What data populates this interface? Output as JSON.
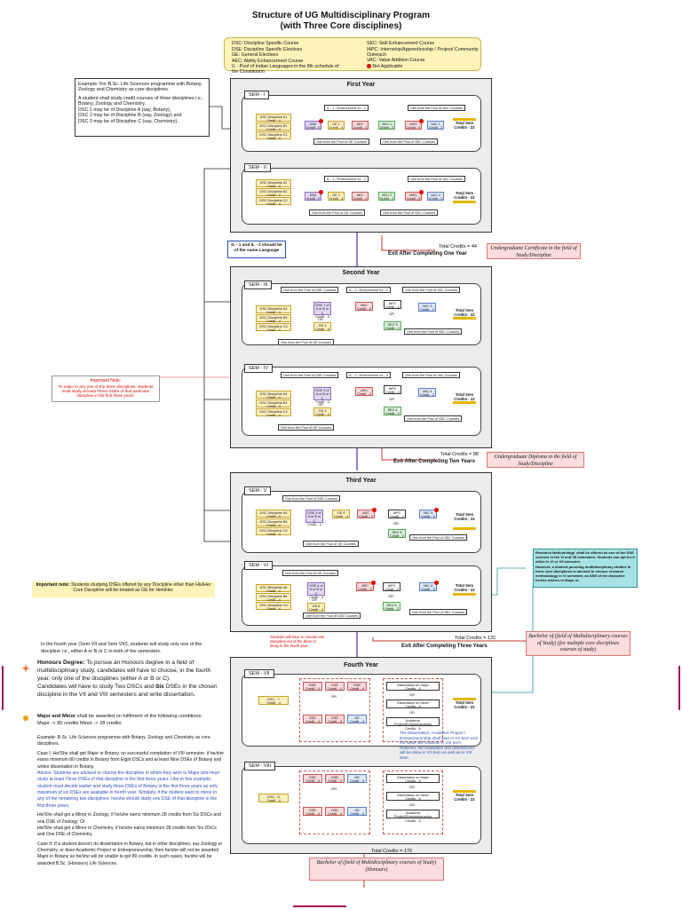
{
  "title": {
    "line1": "Structure of UG Multidisciplinary Program",
    "line2": "(with Three Core disciplines)"
  },
  "legend": {
    "left": [
      "DSC: Discipline Specific Course",
      "DSE: Discipline Specific Electives",
      "GE: General Electives",
      "AEC: Ability Enhancement Course",
      "IL : Pool of Indian Languages in the 8th schedule of the Constitution"
    ],
    "right": [
      "SEC: Skill Enhancement Course",
      "IAPC: Internship/Apprenticeship / Project/ Community Outreach",
      "VAC: Value Addition Course",
      "Not Applicable"
    ]
  },
  "example_box": {
    "intro": "Example: For B.Sc. Life Sciences programme with Botany, Zoology and Chemistry as core disciplines.",
    "body": "A student shall study credit courses of three disciplines i.e., Botany, Zoology and Chemistry.",
    "l1": "DSC 1 may be of Discipline A (say, Botany),",
    "l2": "DSC 2 may be of Discipline B (say, Zoology) and",
    "l3": "DSC 3 may be of Discipline C (say, Chemistry)."
  },
  "years": {
    "y1": "First Year",
    "y2": "Second Year",
    "y3": "Third Year",
    "y4": "Fourth Year"
  },
  "sems": {
    "s1": "SEM - I",
    "s2": "SEM - II",
    "s3": "SEM - III",
    "s4": "SEM - IV",
    "s5": "SEM - V",
    "s6": "SEM - VI",
    "s7": "SEM - VII",
    "s8": "SEM - VIII"
  },
  "sem1": {
    "dsc": [
      "DSC Discipline A1\nCredit - 4",
      "DSC Discipline B1\nCredit - 4",
      "DSC Discipline C1\nCredit - 4"
    ],
    "dse": "DSE\nCredit - 0",
    "ge": "GE 1\nCredit - 4",
    "aec": "AEC\nCredit - 2",
    "sec": "SEC 1\nCredit - 2",
    "iapc": "IAPC\nCredit - 0",
    "vac": "VAC 1\nCredit - 2",
    "il_note": "IL - 1 / Environment Sc - 1",
    "vac_note": "One from the Pool of VAC Courses",
    "ge_note": "One from the Pool of GE Courses",
    "sec_note": "One from the Pool of SEC Courses",
    "total": "Total Sem\nCredits - 22"
  },
  "sem2": {
    "dsc": [
      "DSC Discipline A2\nCredit - 4",
      "DSC Discipline B2\nCredit - 4",
      "DSC Discipline C2\nCredit - 4"
    ],
    "dse": "DSE\nCredit - 0",
    "ge": "GE 2\nCredit - 4",
    "aec": "AEC\nCredit - 2",
    "sec": "SEC 2\nCredit - 2",
    "iapc": "IAPC\nCredit - 0",
    "vac": "VAC 2\nCredit - 2",
    "il_note": "IL - 1 / Environment Sc - 1",
    "vac_note": "One from the Pool of VAC Courses",
    "ge_note": "One from the Pool of GE Courses",
    "sec_note": "One from the Pool of SEC Courses",
    "total": "Total Sem\nCredits - 22"
  },
  "il_note": "IL - 1 and IL - 2 should be of the same Language",
  "exit1": {
    "credits": "Total Credits = 44",
    "exit": "Exit After Completing One Year",
    "award": "Undergraduate Certificate in the field of Study/Discipline"
  },
  "sem3": {
    "dse_note": "One from the Pool of DSE Courses",
    "il_note": "IL - 2 / Environment Sc - 2",
    "vac_note": "One from the Pool of VAC Courses",
    "dsc": [
      "DSC Discipline A3\nCredit - 4",
      "DSC Discipline B3\nCredit - 4",
      "DSC Discipline C3\nCredit - 4"
    ],
    "dse": "DSE 1 of\nA or B or C\nCredit - 4",
    "or": "OR",
    "ge": "GE 3\nCredit - 4",
    "aec": "AEC\nCredit - 2",
    "iapc": "IAPC\nCredit - 2",
    "sec": "SEC 3\nCredit - 2",
    "vac": "VAC 3\nCredit - 2",
    "ge_note": "One from the Pool of GE Courses",
    "sec_note": "One from the Pool of SEC Courses",
    "total": "Total Sem\nCredits - 22"
  },
  "sem4": {
    "dse_note": "One from the Pool of DSE Courses",
    "il_note": "IL - 2 / Environment Sc - 2",
    "vac_note": "One from the Pool of VAC Courses",
    "dsc": [
      "DSC Discipline A4\nCredit - 4",
      "DSC Discipline B4\nCredit - 4",
      "DSC Discipline C4\nCredit - 4"
    ],
    "dse": "DSE 2 of\nA or B or C\nCredit - 4",
    "or": "OR",
    "ge": "GE 4\nCredit - 4",
    "aec": "AEC\nCredit - 2",
    "iapc": "IAPC\nCredit - 2",
    "sec": "SEC 4\nCredit - 2",
    "vac": "VAC 4\nCredit - 2",
    "ge_note": "One from the Pool of GE Courses",
    "sec_note": "One from the Pool of SEC Courses",
    "total": "Total Sem\nCredits - 22"
  },
  "important": {
    "title": "Important Note:",
    "body": "To major in any one of the three disciplines, students must study at least Three DSEs of that particular discipline in the first three years."
  },
  "exit2": {
    "credits": "Total Credits = 88",
    "exit": "Exit After Completing Two Years",
    "award": "Undergraduate Diploma in the field of Study/Discipline"
  },
  "sem5": {
    "dse_note": "One from the Pool of DSE Courses",
    "dsc": [
      "DSC Discipline A5\nCredit - 4",
      "DSC Discipline B5\nCredit - 4",
      "DSC Discipline C5\nCredit - 4"
    ],
    "dse": "DSE 3 of\nA or B or C\nCredit - 4",
    "ge": "GE 5\nCredit - 4",
    "aec": "AEC\nCredit - 0",
    "iapc": "IAPC\nCredit - 2",
    "sec": "SEC 5\nCredit - 2",
    "vac": "VAC 5\nCredit - 0",
    "or": "OR",
    "ge_note": "One from the Pool of GE Courses",
    "sec_note": "One from the Pool of SEC Courses",
    "total": "Total Sem\nCredits - 22"
  },
  "sem6": {
    "ge_note_top": "One from the Pool of GE Courses",
    "dsc": [
      "DSC Discipline A6\nCredit - 4",
      "DSC Discipline B6\nCredit - 4",
      "DSC Discipline C6\nCredit - 4"
    ],
    "dse": "DSE 4 of\nA or B or C\nCredit - 4",
    "or": "OR",
    "ge": "GE 6\nCredit - 4",
    "aec": "AEC\nCredit - 0",
    "iapc": "IAPC\nCredit - 2",
    "sec": "SEC 6\nCredit - 2",
    "vac": "VAC 6\nCredit - 0",
    "dse_note": "One from the Pool of DSE Courses",
    "sec_note": "One from the Pool of SEC Courses",
    "total": "Total Sem\nCredits - 22"
  },
  "research_note": {
    "p1": "Research Methodology' shall be offered as one of the DSE courses in the VI and VII semesters. Students can opt for it either in VI or VII semester.",
    "p2": "However, a student pursuing multidisciplinary studies in three core disciplines is advised to choose research methodology in VI semester, as DSE of the discipline he/she wishes to Major in."
  },
  "important2": {
    "bold": "Important note:",
    "rest": "Students studying DSEs offered by any Discipline other than His/Her Core Discipline will be treated as GE for Him/Her."
  },
  "dissertation_note": "Students will have to choose one Discipline out of the three to study in the fourth year.",
  "exit3": {
    "credits": "Total Credits = 132",
    "exit": "Exit After Completing Three Years",
    "award": "Bachelor of (field of Multidisciplinary courses of Study) (for multiple core disciplines courses of study)"
  },
  "fourth_para": "In the fourth year (Sem VII and Sem VIII), students will study only one of the discipline i.e., either A or B or C in both of the semesters.",
  "honours": {
    "bold": "Honours Degree:",
    "text": "To pursue an Honours degree in a field of multidisciplinary study, candidates will have to choose, in the fourth year, only one of the disciplines (either A or B or C).",
    "text2a": "Candidates will have to study Two DSCs and",
    "six": "Six",
    "text2b": "DSEs in the chosen discipline in the VII and VIII semesters and write dissertation."
  },
  "major_minor": {
    "bold": "Major and Minor",
    "text": "shall be awarded on fulfilment of the following conditions.",
    "line2": "Major -> 80 credits       Minor -> 28 credits"
  },
  "example2": {
    "intro": "Example: B.Sc. Life Sciences programme with Botany, Zoology and Chemistry as core disciplines.",
    "case1a": "Case I: He/She shall get Major in Botany, on successful completion of VIII semester, if he/she earns minimum 80 credits in Botany from Eight DSCs and at least Nine DSEs of Botany and writes dissertation in Botany.",
    "advice": "Advice: Students are advised to choose the discipline in which they wish to Major and must study at least Three DSEs of that discipline in the first three years. Like in this example, student must decide earlier and study three DSEs of Botany in the first three years as only maximum of six DSEs are available in fourth year. Similarly, if the student want to minor in any of the remaining two disciplines, he/she should study one DSE of that discipline in the first three years.",
    "minor1": "He/She shall get a Minor in Zoology, if he/she earns minimum 28 credits from Six DSCs and one DSE of Zoology. Or",
    "minor2": "He/She shall get a Minor in Chemistry, if he/she earns minimum 28 credits from Six DSCs and One DSE of Chemistry.",
    "case2": "Case II: If a student doesn't do dissertation in Botany, but in other disciplines, say Zoology or Chemistry, or does Academic Project or Entrepreneurship, then he/she will not be awarded Major in Botany as he/she will be unable to get 80 credits. In such cases, he/she will be awarded B.Sc. (Honours) Life Sciences."
  },
  "sem7": {
    "dsc": "DSC - 7\nCredit - 4",
    "dse_row1": [
      "DSE\nCredit - 4",
      "DSE\nCredit - 4",
      "DSE\nCredit - 4"
    ],
    "dse_row2": [
      "DSE\nCredit - 4",
      "DSE\nCredit - 4",
      "GE\nCredit - 4"
    ],
    "or": "OR",
    "diss": [
      "Dissertation on Major\nCredits - 6",
      "Dissertation on Minor\nCredits - 6",
      "Academic Project/Entrepreneurship\nCredits - 6"
    ],
    "total": "Total Sem\nCredits - 22"
  },
  "diss_note": "The Dissertation, Academic Project / Entrepreneurship shall start in VII Sem and the same will continue in VIII Sem. However, the evaluation and assessment will be done in VII Sem as well as in VIII Sem.",
  "sem8": {
    "dsc": "DSC - 8\nCredit - 4",
    "dse_row1": [
      "DSE\nCredit - 4",
      "DSE\nCredit - 4",
      "GE\nCredit - 4"
    ],
    "dse_row2": [
      "DSE\nCredit - 4",
      "DSE\nCredit - 4",
      "GE\nCredit - 4"
    ],
    "or": "OR",
    "diss": [
      "Dissertation on Major\nCredits - 6",
      "Dissertation on Minor\nCredits - 6",
      "Academic Project/Entrepreneurship\nCredits - 6"
    ],
    "total": "Total Sem\nCredits - 22"
  },
  "final": {
    "credits": "Total Credits = 176",
    "award": "Bachelor of (field of Multidisciplinary courses of Study) (Honours)"
  },
  "colors": {
    "dsc": "#fdf0c0",
    "dse": "#e3d8f2",
    "aec": "#fadada",
    "sec": "#daf0da",
    "vac": "#dde8fb",
    "research": "#a8e3e3",
    "arrow": "#5a2aa8",
    "exit": "#c0392b"
  }
}
